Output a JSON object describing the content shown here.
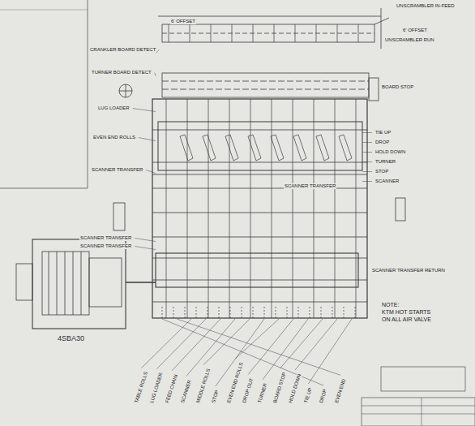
{
  "diagram": {
    "labels": [
      "UNSCRAMBLER IN-FEED",
      "6' OFFSET",
      "UNSCRAMBLER RUN",
      "CRANKLER BOARD DETECT",
      "TURNER BOARD DETECT",
      "LUG LOADER",
      "EVEN END ROLLS",
      "SCANNER TRANSFER",
      "BOARD STOP",
      "SCANNER TRANSFER",
      "SCANNER TRANSFER",
      "SCANNER TRANSFER RETURN",
      "4SBA30",
      "NOTE:",
      "KTM HOT STARTS",
      "ON ALL AIR VALVE",
      "TABLE ROLLS",
      "LUG LOADER",
      "FEED CHAIN",
      "SCANNER",
      "MIDDLE ROLLS",
      "STOP",
      "EVEN END ROLLS",
      "DROP OUT",
      "TURNER",
      "BOARD STOP",
      "HOLD DOWN",
      "TIE UP",
      "DROP",
      "EVEN END",
      "TIE UP",
      "DROP",
      "HOLD DOWN",
      "TURNER",
      "STOP",
      "SCANNER",
      "SCANNER TRANSFER",
      "6' OFFSET"
    ]
  }
}
